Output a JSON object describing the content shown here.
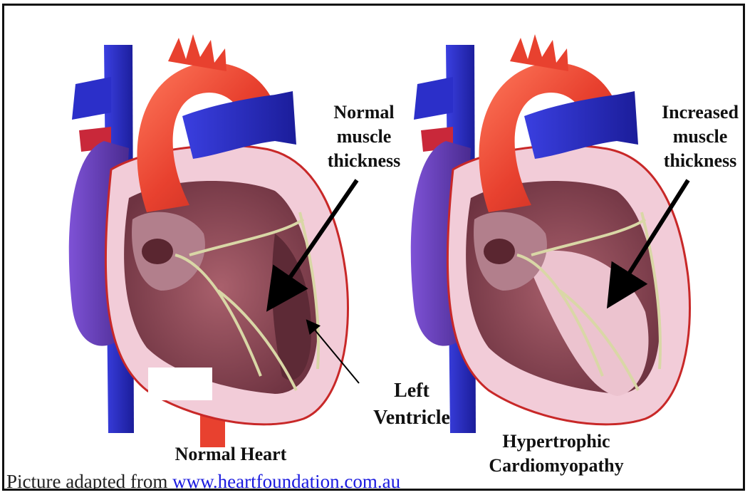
{
  "labels": {
    "normal_thickness": "Normal\nmuscle\nthickness",
    "increased_thickness": "Increased\nmuscle\nthickness",
    "left_ventricle": "Left\nVentricle",
    "normal_heart": "Normal Heart",
    "hcm": "Hypertrophic\nCardiomyopathy"
  },
  "caption": {
    "prefix": "Picture adapted from ",
    "link_text": "www.heartfoundation.com.au"
  },
  "colors": {
    "aorta": "#e8412f",
    "vein_blue": "#2b2fc9",
    "muscle": "#8a4452",
    "pericardium": "#f0c8d4",
    "atrium_purple": "#6b3fb8",
    "nerve": "#d9d7a6",
    "arrow": "#000000"
  }
}
